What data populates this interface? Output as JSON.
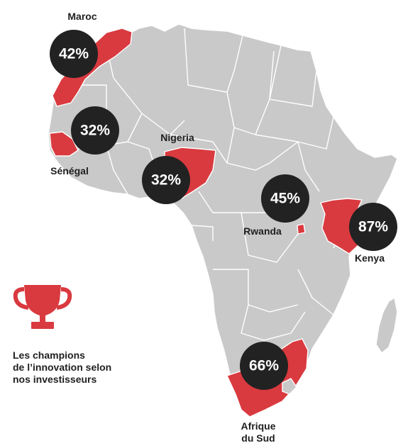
{
  "colors": {
    "land": "#c9c9c9",
    "highlight": "#d93a3f",
    "bubble": "#222222",
    "text": "#1f1f1f"
  },
  "countries": [
    {
      "id": "maroc",
      "label": "Maroc",
      "value": "42%"
    },
    {
      "id": "senegal",
      "label": "Sénégal",
      "value": "32%"
    },
    {
      "id": "nigeria",
      "label": "Nigeria",
      "value": "32%"
    },
    {
      "id": "rwanda",
      "label": "Rwanda",
      "value": "45%"
    },
    {
      "id": "kenya",
      "label": "Kenya",
      "value": "87%"
    },
    {
      "id": "afrique_du_sud",
      "label_lines": [
        "Afrique",
        "du Sud"
      ],
      "value": "66%"
    }
  ],
  "legend": {
    "icon": "trophy-icon",
    "lines": [
      "Les champions",
      "de l’innovation selon",
      "nos investisseurs"
    ]
  }
}
